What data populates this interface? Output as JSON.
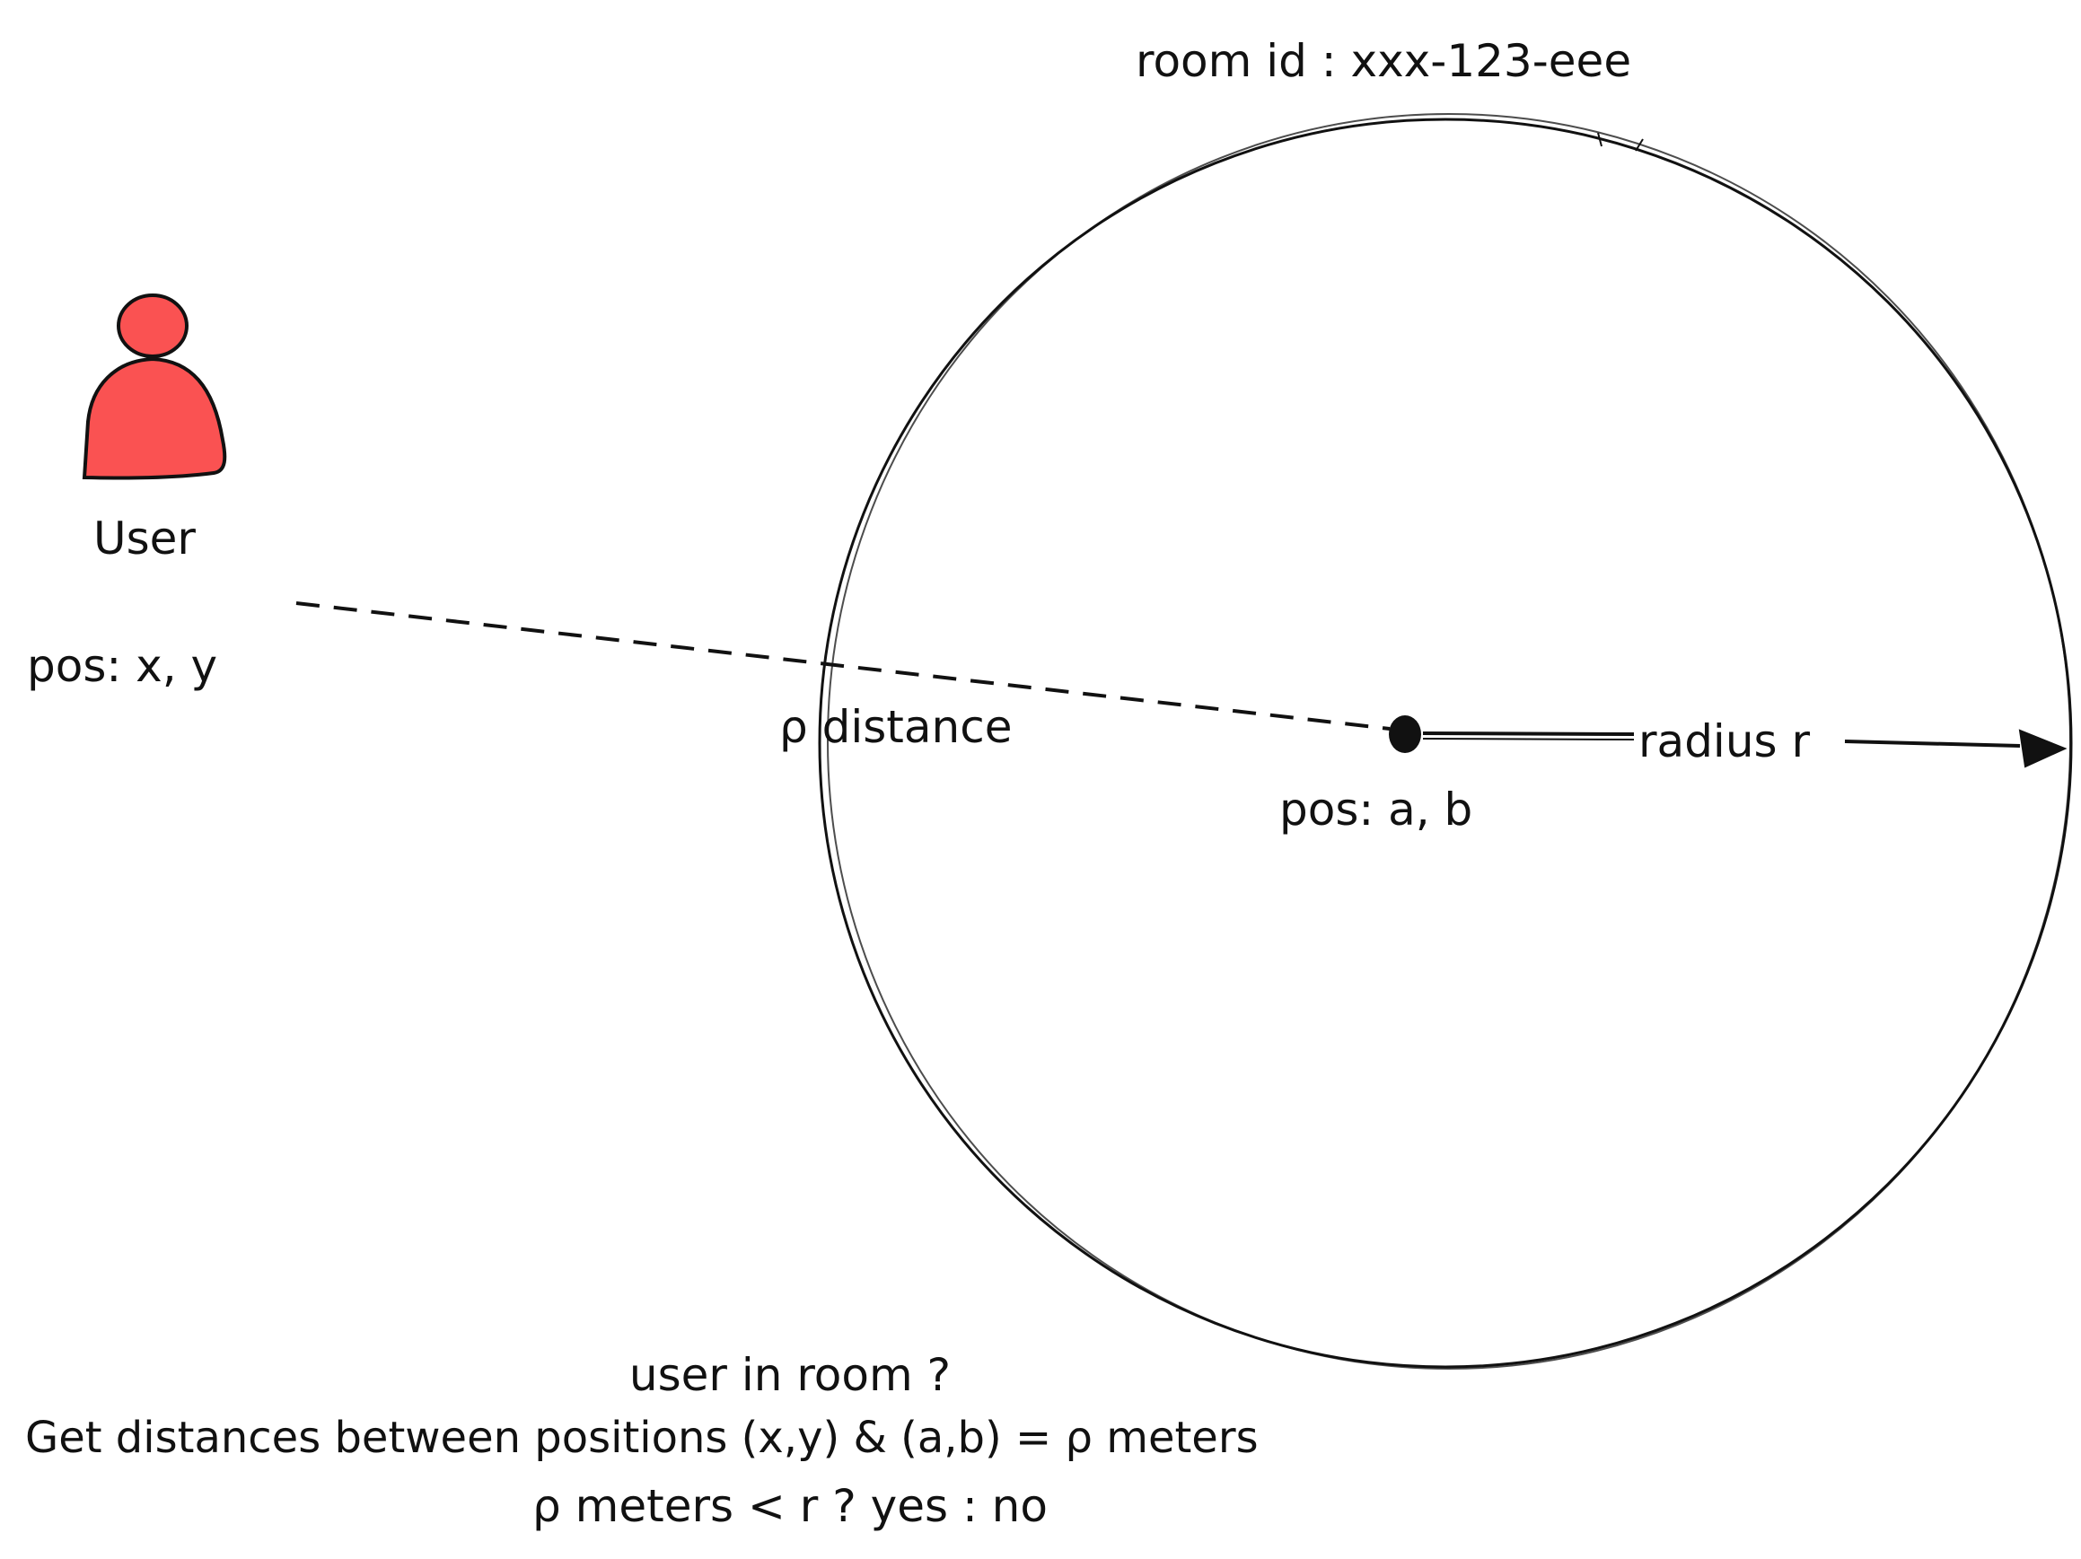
{
  "room": {
    "id_label": "room id : xxx-123-eee",
    "center_label": "pos: a, b",
    "radius_label": "radius r"
  },
  "user": {
    "name": "User",
    "position_label": "pos: x, y",
    "icon": "person-icon",
    "icon_color": "#fa5252"
  },
  "connector": {
    "distance_label": "ρ distance"
  },
  "notes": {
    "line1": "user in room ?",
    "line2": "Get distances between positions (x,y) & (a,b) = ρ meters",
    "line3": "ρ meters < r ? yes : no"
  },
  "colors": {
    "stroke": "#111111",
    "user_fill": "#fa5252"
  }
}
